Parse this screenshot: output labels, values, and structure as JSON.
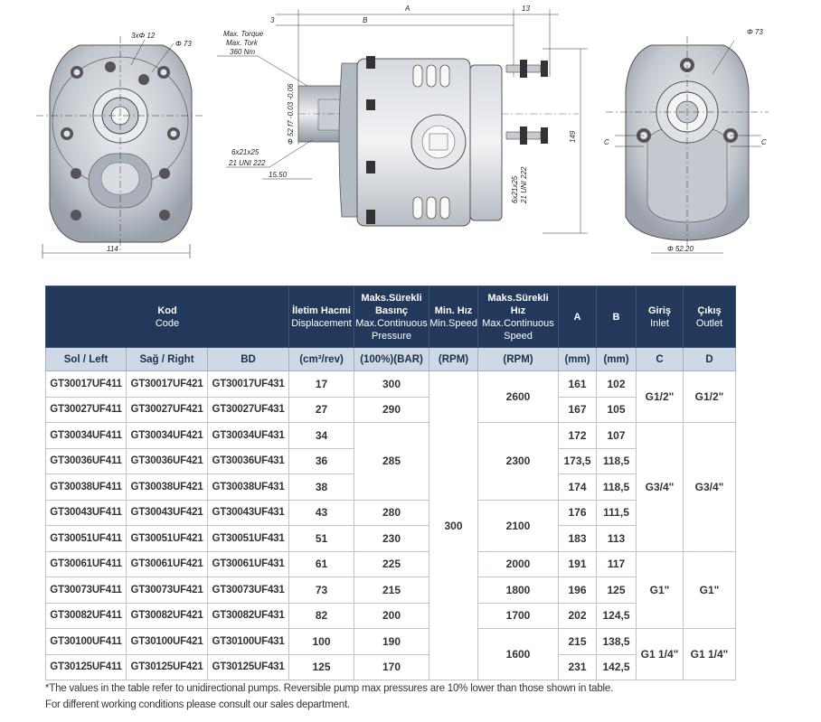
{
  "drawings": {
    "front": {
      "holes": "3xΦ 12",
      "diameter": "Φ 73",
      "width": "114"
    },
    "side": {
      "a": "A",
      "b": "B",
      "d3": "3",
      "d13": "13",
      "torque": [
        "Max. Torque",
        "Max. Tork",
        "360 Nm"
      ],
      "shaft_dia": "Φ 52 f7 -0.03 -0.06",
      "spline": [
        "6x21x25",
        "21 UNI 222"
      ],
      "d15": "15.50",
      "spline2": [
        "6x21x25",
        "21 UNI 222"
      ],
      "height": "149"
    },
    "rear": {
      "diameter": "Φ 73",
      "c_left": "C",
      "c_right": "C",
      "bottom": "Φ 52.20"
    }
  },
  "table": {
    "header": {
      "kod": [
        "Kod",
        "Code"
      ],
      "displacement": [
        "İletim Hacmi",
        "Displacement"
      ],
      "pressure": [
        "Maks.Sürekli",
        "Basınç",
        "Max.Continuous",
        "Pressure"
      ],
      "min_speed": [
        "Min. Hız",
        "Min.Speed"
      ],
      "max_speed": [
        "Maks.Sürekli",
        "Hız",
        "Max.Continuous",
        "Speed"
      ],
      "a": "A",
      "b": "B",
      "inlet": [
        "Giriş",
        "Inlet"
      ],
      "outlet": [
        "Çıkış",
        "Outlet"
      ]
    },
    "subheader": {
      "left": "Sol / Left",
      "right": "Sağ / Right",
      "bd": "BD",
      "displacement_unit": "(cm³/rev)",
      "pressure_unit": "(100%)(BAR)",
      "min_speed_unit": "(RPM)",
      "max_speed_unit": "(RPM)",
      "a_unit": "(mm)",
      "b_unit": "(mm)",
      "c": "C",
      "d": "D"
    },
    "rows": [
      {
        "left": "GT30017UF411",
        "right": "GT30017UF421",
        "bd": "GT30017UF431",
        "disp": "17",
        "press": "300",
        "minspd": "300",
        "maxspd": "2600",
        "a": "161",
        "b": "102",
        "inlet": "G1/2\"",
        "outlet": "G1/2\""
      },
      {
        "left": "GT30027UF411",
        "right": "GT30027UF421",
        "bd": "GT30027UF431",
        "disp": "27",
        "press": "290",
        "a": "167",
        "b": "105"
      },
      {
        "left": "GT30034UF411",
        "right": "GT30034UF421",
        "bd": "GT30034UF431",
        "disp": "34",
        "press": "285",
        "maxspd": "2300",
        "a": "172",
        "b": "107",
        "inlet": "G3/4\"",
        "outlet": "G3/4\""
      },
      {
        "left": "GT30036UF411",
        "right": "GT30036UF421",
        "bd": "GT30036UF431",
        "disp": "36",
        "a": "173,5",
        "b": "118,5"
      },
      {
        "left": "GT30038UF411",
        "right": "GT30038UF421",
        "bd": "GT30038UF431",
        "disp": "38",
        "a": "174",
        "b": "118,5"
      },
      {
        "left": "GT30043UF411",
        "right": "GT30043UF421",
        "bd": "GT30043UF431",
        "disp": "43",
        "press": "280",
        "maxspd": "2100",
        "a": "176",
        "b": "111,5"
      },
      {
        "left": "GT30051UF411",
        "right": "GT30051UF421",
        "bd": "GT30051UF431",
        "disp": "51",
        "press": "230",
        "a": "183",
        "b": "113"
      },
      {
        "left": "GT30061UF411",
        "right": "GT30061UF421",
        "bd": "GT30061UF431",
        "disp": "61",
        "press": "225",
        "maxspd": "2000",
        "a": "191",
        "b": "117",
        "inlet": "G1\"",
        "outlet": "G1\""
      },
      {
        "left": "GT30073UF411",
        "right": "GT30073UF421",
        "bd": "GT30073UF431",
        "disp": "73",
        "press": "215",
        "maxspd": "1800",
        "a": "196",
        "b": "125"
      },
      {
        "left": "GT30082UF411",
        "right": "GT30082UF421",
        "bd": "GT30082UF431",
        "disp": "82",
        "press": "200",
        "maxspd": "1700",
        "a": "202",
        "b": "124,5"
      },
      {
        "left": "GT30100UF411",
        "right": "GT30100UF421",
        "bd": "GT30100UF431",
        "disp": "100",
        "press": "190",
        "maxspd": "1600",
        "a": "215",
        "b": "138,5",
        "inlet": "G1 1/4\"",
        "outlet": "G1 1/4\""
      },
      {
        "left": "GT30125UF411",
        "right": "GT30125UF421",
        "bd": "GT30125UF431",
        "disp": "125",
        "press": "170",
        "a": "231",
        "b": "142,5"
      }
    ]
  },
  "footnote": {
    "line1": "*The values in the table refer to unidirectional pumps. Reversible pump max pressures are 10% lower than those shown in table.",
    "line2": "For different working conditions please consult our sales department."
  },
  "colors": {
    "header_dark": "#23395b",
    "header_light": "#cfd9e6",
    "border": "#b9c4d0"
  }
}
